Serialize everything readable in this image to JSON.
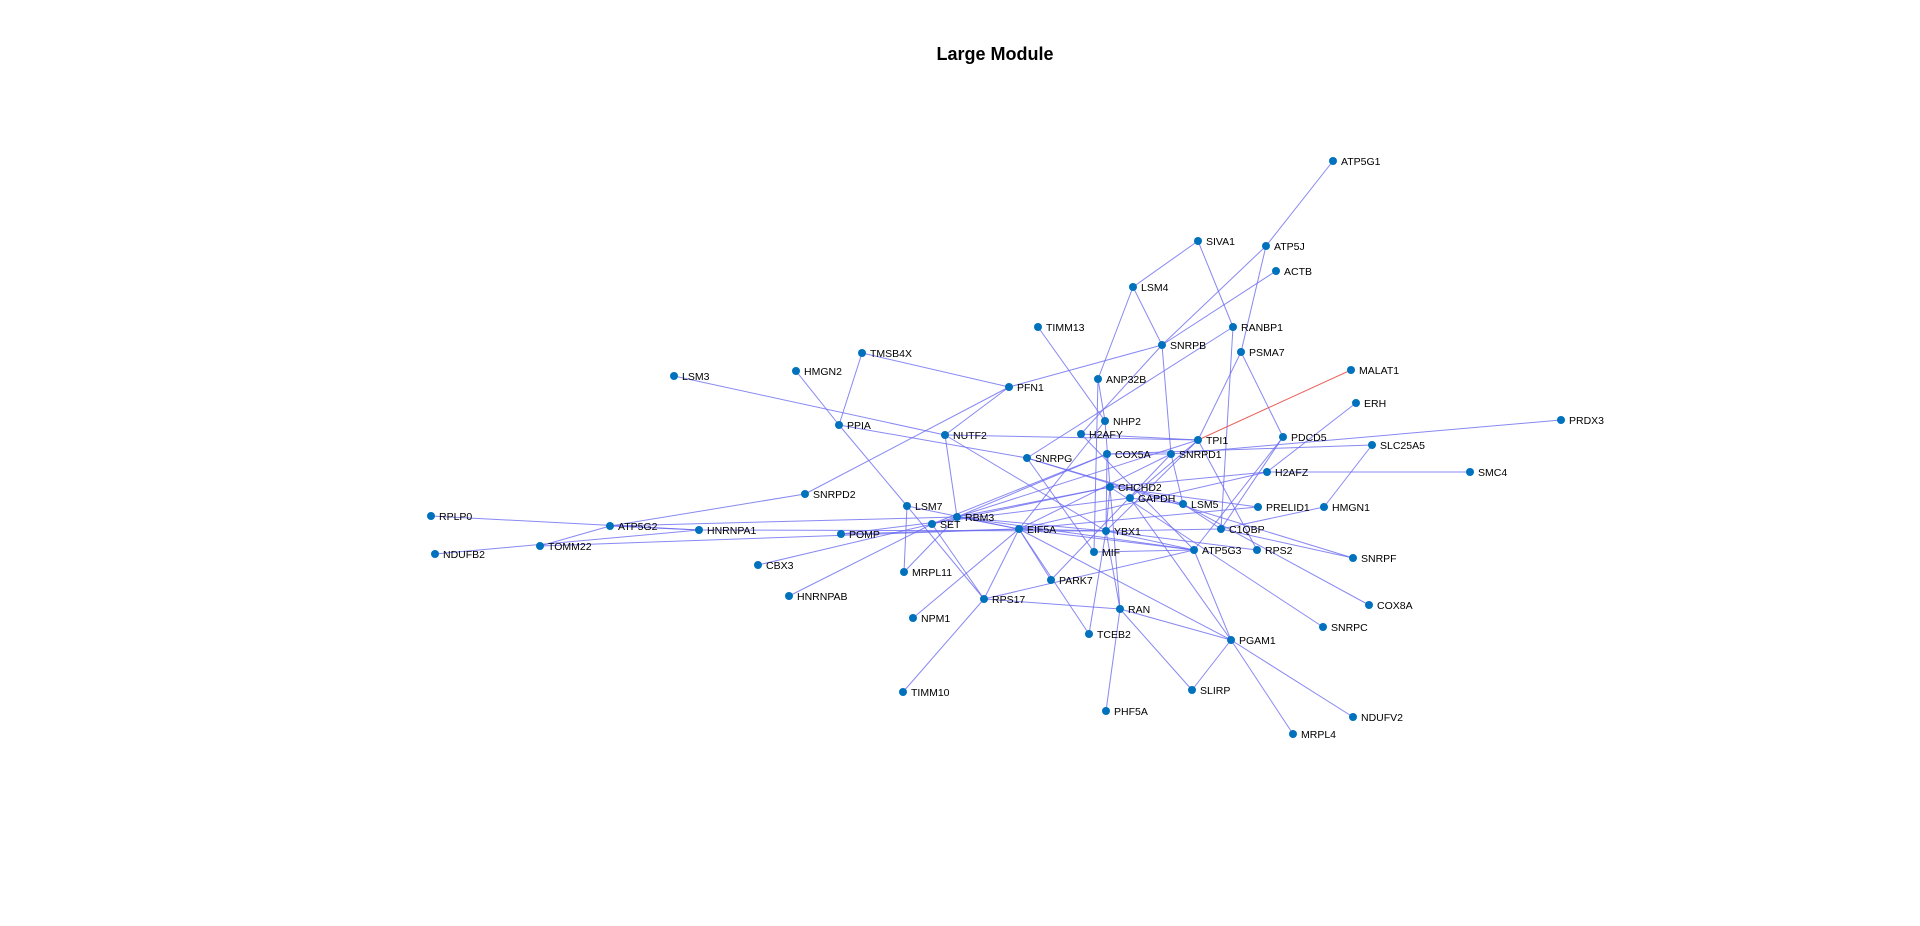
{
  "title": "Large Module",
  "colors": {
    "node": "#0072bd",
    "edge": "#6a6af0",
    "highlight_edge": "#e8504a"
  },
  "nodes": [
    {
      "id": "ATP5G1",
      "label": "ATP5G1"
    },
    {
      "id": "SIVA1",
      "label": "SIVA1"
    },
    {
      "id": "ATP5J",
      "label": "ATP5J"
    },
    {
      "id": "ACTB",
      "label": "ACTB"
    },
    {
      "id": "LSM4",
      "label": "LSM4"
    },
    {
      "id": "TIMM13",
      "label": "TIMM13"
    },
    {
      "id": "RANBP1",
      "label": "RANBP1"
    },
    {
      "id": "SNRPB",
      "label": "SNRPB"
    },
    {
      "id": "PSMA7",
      "label": "PSMA7"
    },
    {
      "id": "TMSB4X",
      "label": "TMSB4X"
    },
    {
      "id": "HMGN2",
      "label": "HMGN2"
    },
    {
      "id": "LSM3",
      "label": "LSM3"
    },
    {
      "id": "MALAT1",
      "label": "MALAT1"
    },
    {
      "id": "ANP32B",
      "label": "ANP32B"
    },
    {
      "id": "PFN1",
      "label": "PFN1"
    },
    {
      "id": "ERH",
      "label": "ERH"
    },
    {
      "id": "PRDX3",
      "label": "PRDX3"
    },
    {
      "id": "NHP2",
      "label": "NHP2"
    },
    {
      "id": "PPIA",
      "label": "PPIA"
    },
    {
      "id": "NUTF2",
      "label": "NUTF2"
    },
    {
      "id": "H2AFY",
      "label": "H2AFY"
    },
    {
      "id": "TPI1",
      "label": "TPI1"
    },
    {
      "id": "PDCD5",
      "label": "PDCD5"
    },
    {
      "id": "SLC25A5",
      "label": "SLC25A5"
    },
    {
      "id": "COX5A",
      "label": "COX5A"
    },
    {
      "id": "SNRPD1",
      "label": "SNRPD1"
    },
    {
      "id": "SNRPG",
      "label": "SNRPG"
    },
    {
      "id": "H2AFZ",
      "label": "H2AFZ"
    },
    {
      "id": "SMC4",
      "label": "SMC4"
    },
    {
      "id": "CHCHD2",
      "label": "CHCHD2"
    },
    {
      "id": "SNRPD2",
      "label": "SNRPD2"
    },
    {
      "id": "GAPDH",
      "label": "GAPDH"
    },
    {
      "id": "LSM5",
      "label": "LSM5"
    },
    {
      "id": "PRELID1",
      "label": "PRELID1"
    },
    {
      "id": "HMGN1",
      "label": "HMGN1"
    },
    {
      "id": "LSM7",
      "label": "LSM7"
    },
    {
      "id": "RPLP0",
      "label": "RPLP0"
    },
    {
      "id": "RBM3",
      "label": "RBM3"
    },
    {
      "id": "ATP5G2",
      "label": "ATP5G2"
    },
    {
      "id": "SET",
      "label": "SET"
    },
    {
      "id": "HNRNPA1",
      "label": "HNRNPA1"
    },
    {
      "id": "POMP",
      "label": "POMP"
    },
    {
      "id": "EIF5A",
      "label": "EIF5A"
    },
    {
      "id": "YBX1",
      "label": "YBX1"
    },
    {
      "id": "C1QBP",
      "label": "C1QBP"
    },
    {
      "id": "NDUFB2",
      "label": "NDUFB2"
    },
    {
      "id": "TOMM22",
      "label": "TOMM22"
    },
    {
      "id": "MIF",
      "label": "MIF"
    },
    {
      "id": "ATP5G3",
      "label": "ATP5G3"
    },
    {
      "id": "RPS2",
      "label": "RPS2"
    },
    {
      "id": "SNRPF",
      "label": "SNRPF"
    },
    {
      "id": "CBX3",
      "label": "CBX3"
    },
    {
      "id": "MRPL11",
      "label": "MRPL11"
    },
    {
      "id": "PARK7",
      "label": "PARK7"
    },
    {
      "id": "HNRNPAB",
      "label": "HNRNPAB"
    },
    {
      "id": "RPS17",
      "label": "RPS17"
    },
    {
      "id": "COX8A",
      "label": "COX8A"
    },
    {
      "id": "RAN",
      "label": "RAN"
    },
    {
      "id": "NPM1",
      "label": "NPM1"
    },
    {
      "id": "SNRPC",
      "label": "SNRPC"
    },
    {
      "id": "TCEB2",
      "label": "TCEB2"
    },
    {
      "id": "PGAM1",
      "label": "PGAM1"
    },
    {
      "id": "TIMM10",
      "label": "TIMM10"
    },
    {
      "id": "SLIRP",
      "label": "SLIRP"
    },
    {
      "id": "NDUFV2",
      "label": "NDUFV2"
    },
    {
      "id": "PHF5A",
      "label": "PHF5A"
    },
    {
      "id": "MRPL4",
      "label": "MRPL4"
    }
  ],
  "edges": [
    [
      "ATP5G1",
      "ATP5J"
    ],
    [
      "ATP5J",
      "SNRPB"
    ],
    [
      "ATP5J",
      "PSMA7"
    ],
    [
      "SIVA1",
      "LSM4"
    ],
    [
      "SIVA1",
      "RANBP1"
    ],
    [
      "LSM4",
      "SNRPB"
    ],
    [
      "LSM4",
      "ANP32B"
    ],
    [
      "ACTB",
      "SNRPB"
    ],
    [
      "RANBP1",
      "SNRPG"
    ],
    [
      "RANBP1",
      "C1QBP"
    ],
    [
      "SNRPB",
      "PFN1"
    ],
    [
      "SNRPB",
      "SNRPD1"
    ],
    [
      "SNRPB",
      "H2AFY"
    ],
    [
      "PSMA7",
      "TPI1"
    ],
    [
      "PSMA7",
      "PDCD5"
    ],
    [
      "TIMM13",
      "NHP2"
    ],
    [
      "TMSB4X",
      "PFN1"
    ],
    [
      "TMSB4X",
      "PPIA"
    ],
    [
      "HMGN2",
      "PPIA"
    ],
    [
      "LSM3",
      "NUTF2"
    ],
    [
      "PFN1",
      "NUTF2"
    ],
    [
      "PFN1",
      "SNRPD2"
    ],
    [
      "PPIA",
      "SNRPG"
    ],
    [
      "PPIA",
      "LSM7"
    ],
    [
      "NUTF2",
      "TPI1"
    ],
    [
      "NUTF2",
      "RBM3"
    ],
    [
      "NUTF2",
      "YBX1"
    ],
    [
      "ANP32B",
      "NHP2"
    ],
    [
      "ANP32B",
      "MIF"
    ],
    [
      "NHP2",
      "CHCHD2"
    ],
    [
      "NHP2",
      "EIF5A"
    ],
    [
      "H2AFY",
      "TPI1"
    ],
    [
      "H2AFY",
      "ATP5G3"
    ],
    [
      "TPI1",
      "GAPDH"
    ],
    [
      "TPI1",
      "YBX1"
    ],
    [
      "TPI1",
      "RBM3"
    ],
    [
      "TPI1",
      "RPS2"
    ],
    [
      "PDCD5",
      "ATP5G3"
    ],
    [
      "PDCD5",
      "C1QBP"
    ],
    [
      "ERH",
      "H2AFZ"
    ],
    [
      "PRDX3",
      "SNRPD1"
    ],
    [
      "SLC25A5",
      "COX5A"
    ],
    [
      "SLC25A5",
      "HMGN1"
    ],
    [
      "COX5A",
      "SNRPD1"
    ],
    [
      "COX5A",
      "RBM3"
    ],
    [
      "COX5A",
      "SET"
    ],
    [
      "COX5A",
      "YBX1"
    ],
    [
      "SNRPD1",
      "LSM5"
    ],
    [
      "SNRPD1",
      "PARK7"
    ],
    [
      "SNRPD1",
      "EIF5A"
    ],
    [
      "SNRPG",
      "LSM5"
    ],
    [
      "SNRPG",
      "SNRPF"
    ],
    [
      "SNRPG",
      "MIF"
    ],
    [
      "H2AFZ",
      "CHCHD2"
    ],
    [
      "H2AFZ",
      "EIF5A"
    ],
    [
      "SMC4",
      "H2AFZ"
    ],
    [
      "CHCHD2",
      "RBM3"
    ],
    [
      "CHCHD2",
      "SET"
    ],
    [
      "CHCHD2",
      "SNRPC"
    ],
    [
      "CHCHD2",
      "YBX1"
    ],
    [
      "CHCHD2",
      "RAN"
    ],
    [
      "CHCHD2",
      "PRELID1"
    ],
    [
      "SNRPD2",
      "ATP5G2"
    ],
    [
      "GAPDH",
      "POMP"
    ],
    [
      "GAPDH",
      "PGAM1"
    ],
    [
      "GAPDH",
      "LSM5"
    ],
    [
      "LSM5",
      "C1QBP"
    ],
    [
      "LSM5",
      "COX8A"
    ],
    [
      "PRELID1",
      "EIF5A"
    ],
    [
      "HMGN1",
      "C1QBP"
    ],
    [
      "LSM7",
      "MRPL11"
    ],
    [
      "LSM7",
      "RPS17"
    ],
    [
      "LSM7",
      "EIF5A"
    ],
    [
      "RPLP0",
      "HNRNPA1"
    ],
    [
      "ATP5G2",
      "HNRNPA1"
    ],
    [
      "ATP5G2",
      "TOMM22"
    ],
    [
      "ATP5G2",
      "RBM3"
    ],
    [
      "NDUFB2",
      "HNRNPA1"
    ],
    [
      "TOMM22",
      "EIF5A"
    ],
    [
      "HNRNPA1",
      "YBX1"
    ],
    [
      "SET",
      "RBM3"
    ],
    [
      "SET",
      "CBX3"
    ],
    [
      "SET",
      "HNRNPAB"
    ],
    [
      "SET",
      "RPS17"
    ],
    [
      "POMP",
      "EIF5A"
    ],
    [
      "RBM3",
      "EIF5A"
    ],
    [
      "RBM3",
      "YBX1"
    ],
    [
      "RBM3",
      "ATP5G3"
    ],
    [
      "RBM3",
      "MRPL11"
    ],
    [
      "EIF5A",
      "YBX1"
    ],
    [
      "EIF5A",
      "ATP5G3"
    ],
    [
      "EIF5A",
      "PARK7"
    ],
    [
      "EIF5A",
      "RPS17"
    ],
    [
      "EIF5A",
      "PGAM1"
    ],
    [
      "EIF5A",
      "TCEB2"
    ],
    [
      "EIF5A",
      "NPM1"
    ],
    [
      "YBX1",
      "C1QBP"
    ],
    [
      "YBX1",
      "ATP5G3"
    ],
    [
      "YBX1",
      "RAN"
    ],
    [
      "YBX1",
      "TCEB2"
    ],
    [
      "YBX1",
      "RPS2"
    ],
    [
      "MIF",
      "ATP5G3"
    ],
    [
      "ATP5G3",
      "RPS17"
    ],
    [
      "ATP5G3",
      "PGAM1"
    ],
    [
      "RPS17",
      "RAN"
    ],
    [
      "RPS17",
      "TIMM10"
    ],
    [
      "RAN",
      "PGAM1"
    ],
    [
      "RAN",
      "SLIRP"
    ],
    [
      "RAN",
      "PHF5A"
    ],
    [
      "PGAM1",
      "SLIRP"
    ],
    [
      "PGAM1",
      "NDUFV2"
    ],
    [
      "PGAM1",
      "MRPL4"
    ],
    [
      "C1QBP",
      "SNRPF"
    ]
  ],
  "highlight_edges": [
    [
      "TPI1",
      "MALAT1"
    ]
  ]
}
